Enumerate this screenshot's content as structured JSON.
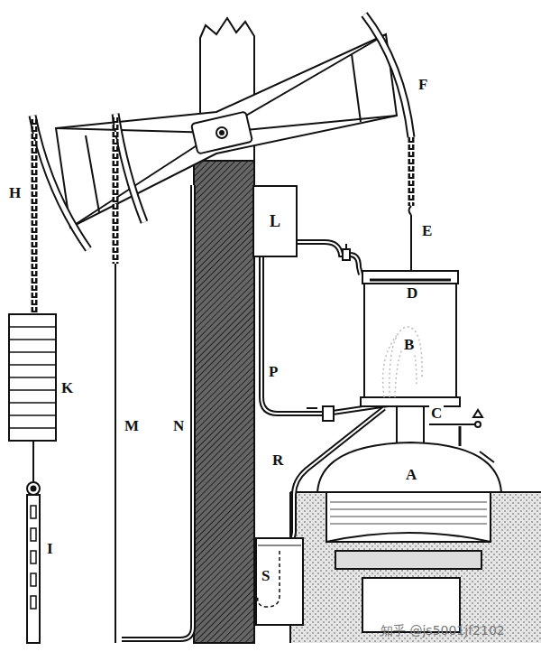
{
  "diagram": {
    "nodes": [
      {
        "text": [
          "L"
        ]
      }
    ],
    "labels": [
      "F",
      "H",
      "E",
      "D",
      "B",
      "K",
      "M",
      "N",
      "P",
      "C",
      "R",
      "A",
      "I",
      "S",
      "知乎 @js5001jf2102"
    ]
  }
}
